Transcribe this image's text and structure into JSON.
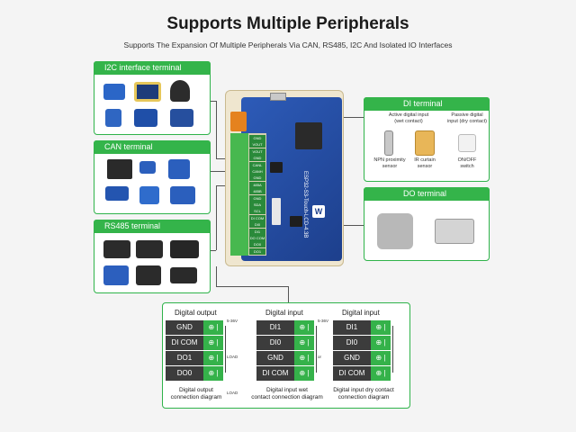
{
  "header": {
    "title": "Supports Multiple Peripherals",
    "subtitle": "Supports The Expansion Of Multiple Peripherals Via CAN, RS485, I2C And Isolated IO Interfaces"
  },
  "panels": {
    "i2c": "I2C interface terminal",
    "can": "CAN terminal",
    "rs485": "RS485 terminal",
    "di": "DI terminal",
    "do": "DO terminal"
  },
  "board": {
    "model": "ESP32-S3-Touch-LCD-4.3B",
    "pins": [
      "GND",
      "VOUT",
      "VOUT",
      "GND",
      "CANL",
      "CANH",
      "GND",
      "485A",
      "485B",
      "GND",
      "SDA",
      "SCL",
      "DI COM",
      "DI0",
      "DI1",
      "DO COM",
      "DO0",
      "DO1"
    ]
  },
  "di_panel": {
    "active_title": "Active digital input\n(wet contact)",
    "passive_title": "Passive digital\ninput (dry contact)",
    "items": [
      "NPN proximity\nsensor",
      "IR curtain\nsensor",
      "ON/OFF\nswitch"
    ]
  },
  "diagrams": [
    {
      "title": "Digital output",
      "rows": [
        "GND",
        "DI COM",
        "DO1",
        "DO0"
      ],
      "caption": "Digital output\nconnection diagram",
      "notes": [
        "5-36V",
        "LOAD",
        "LOAD"
      ]
    },
    {
      "title": "Digital input",
      "rows": [
        "DI1",
        "DI0",
        "GND",
        "DI COM"
      ],
      "caption": "Digital input wet\ncontact connection diagram",
      "notes": [
        "5-36V",
        "or"
      ]
    },
    {
      "title": "Digital input",
      "rows": [
        "DI1",
        "DI0",
        "GND",
        "DI COM"
      ],
      "caption": "Digital input dry contact\nconnection diagram",
      "notes": []
    }
  ],
  "terminal_glyph": "⊕ |",
  "colors": {
    "accent": "#34b44a",
    "board": "#1d3f8c",
    "terminal": "#35b24a"
  }
}
